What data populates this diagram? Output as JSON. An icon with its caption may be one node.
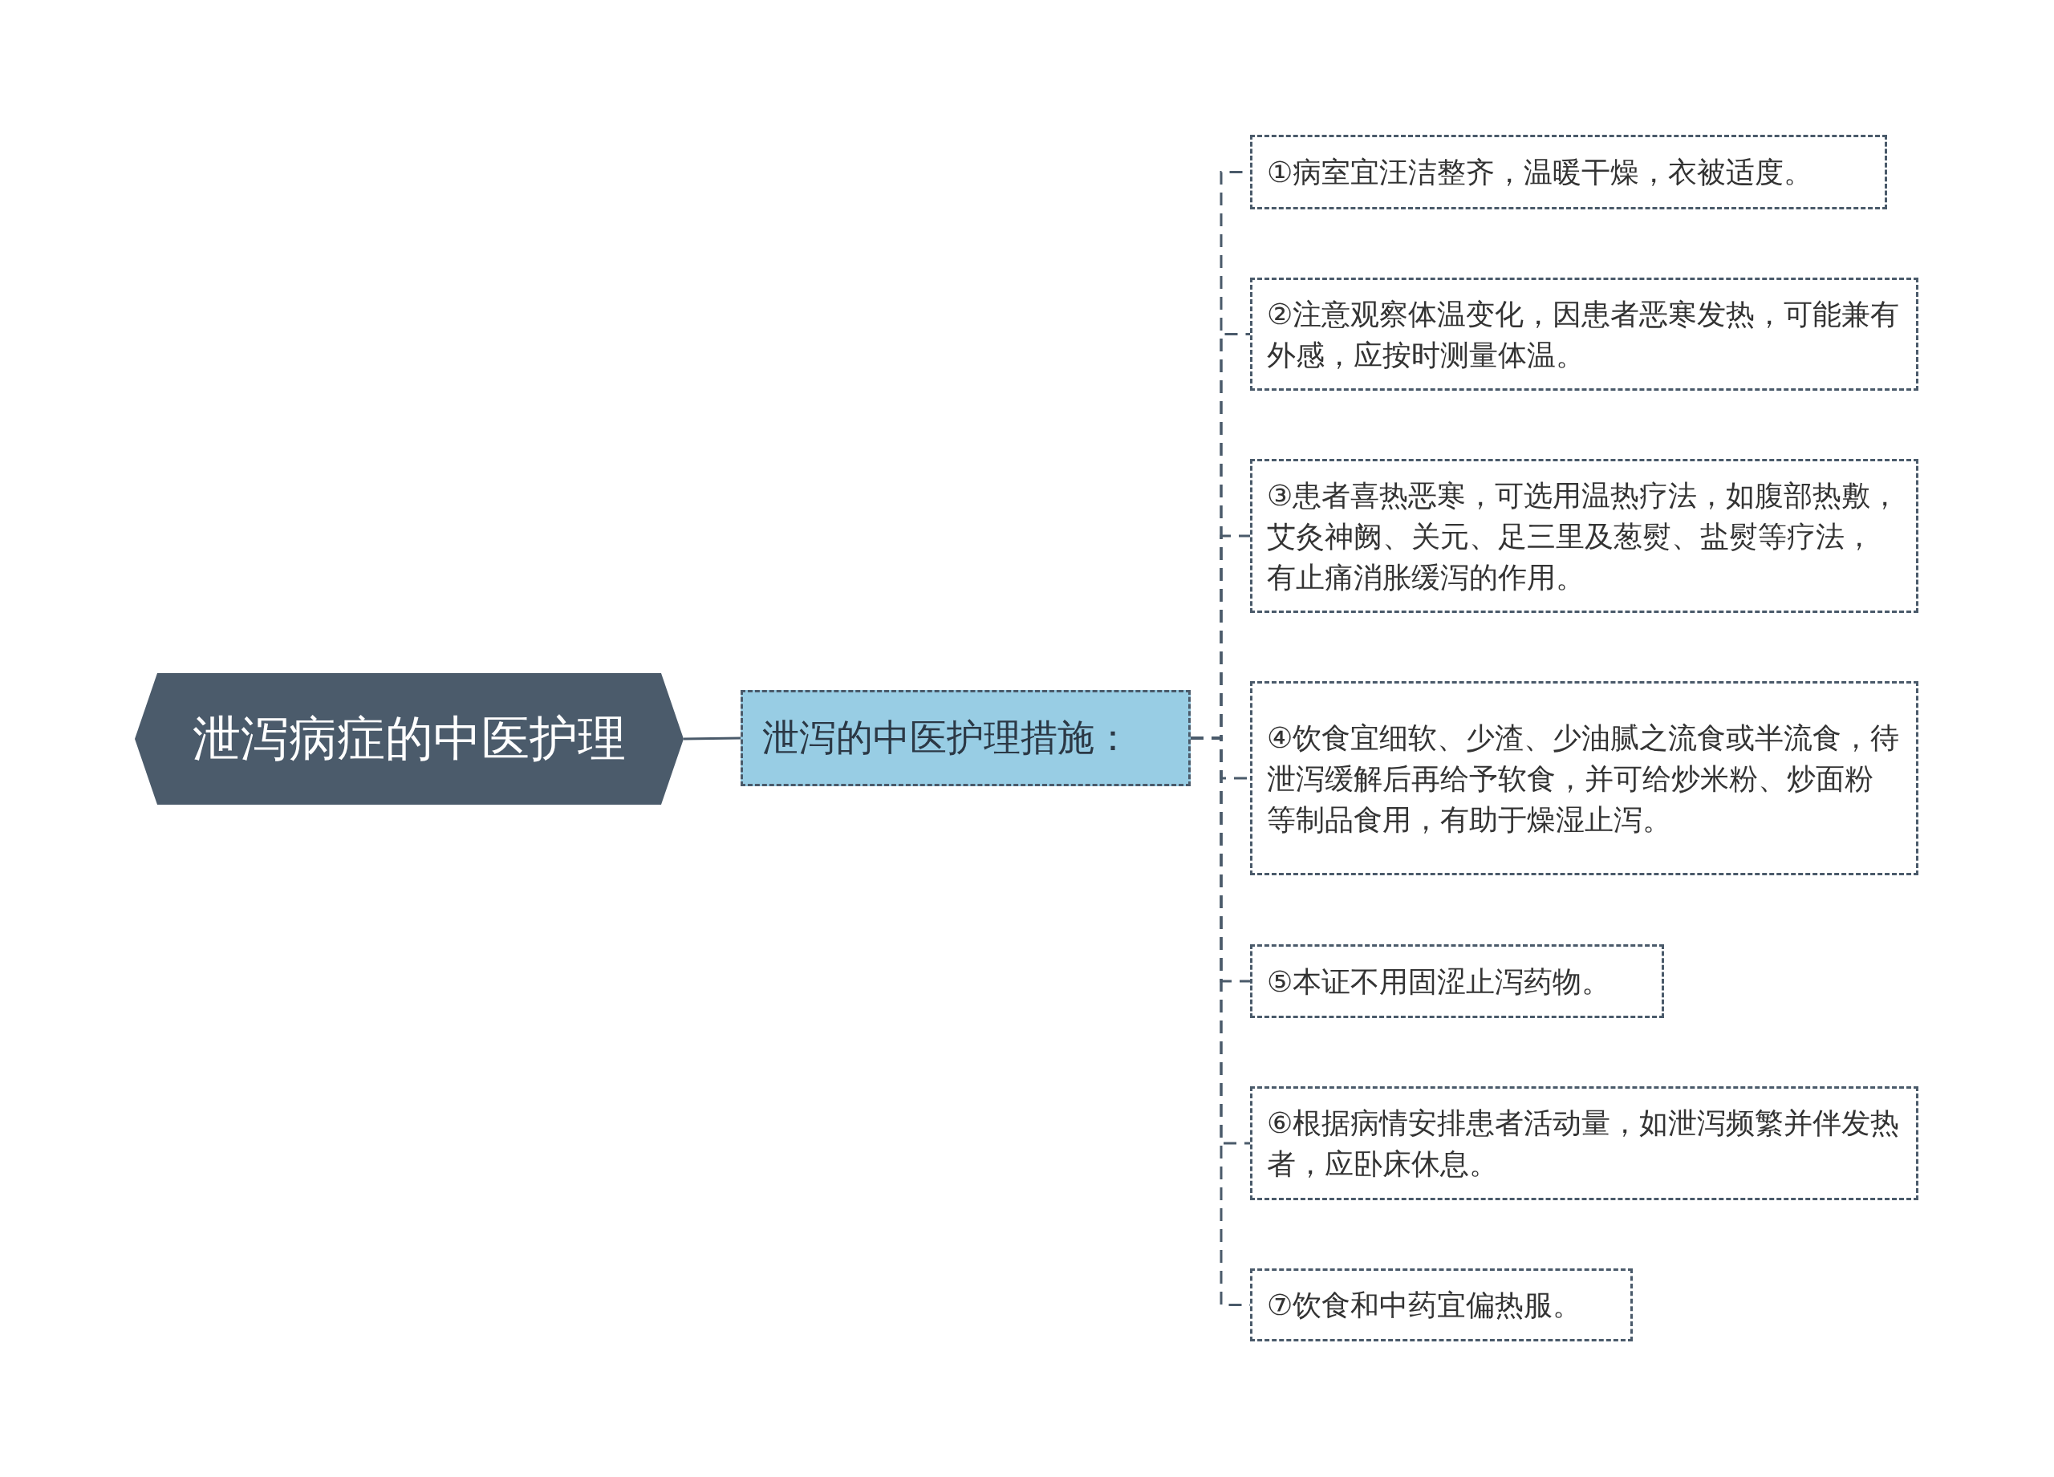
{
  "diagram": {
    "nodes": [
      {
        "text": [
          "泄泻病症的中医护理"
        ]
      },
      {
        "text": [
          "泄泻的中医护理措施："
        ]
      },
      {
        "text": [
          "①病室宜汪洁整齐，温暖干燥，衣被适度。"
        ]
      },
      {
        "text": [
          "②注意观察体温变化，因患者恶寒发热，可能兼有外感，应按时测量体温。"
        ]
      },
      {
        "text": [
          "③患者喜热恶寒，可选用温热疗法，如腹部热敷，艾灸神阙、关元、足三里及葱熨、盐熨等疗法，有止痛消胀缓泻的作用。"
        ]
      },
      {
        "text": [
          "④饮食宜细软、少渣、少油腻之流食或半流食，待泄泻缓解后再给予软食，并可给炒米粉、炒面粉等制品食用，有助于燥湿止泻。"
        ]
      },
      {
        "text": [
          "⑤本证不用固涩止泻药物。"
        ]
      },
      {
        "text": [
          "⑥根据病情安排患者活动量，如泄泻频繁并伴发热者，应卧床休息。"
        ]
      },
      {
        "text": [
          "⑦饮食和中药宜偏热服。"
        ]
      }
    ],
    "edges": [
      {
        "from": 0,
        "to": 1,
        "arrow": "none"
      },
      {
        "from": 1,
        "to": 2,
        "arrow": "none",
        "style": "dashed"
      },
      {
        "from": 1,
        "to": 3,
        "arrow": "none",
        "style": "dashed"
      },
      {
        "from": 1,
        "to": 4,
        "arrow": "none",
        "style": "dashed"
      },
      {
        "from": 1,
        "to": 5,
        "arrow": "none",
        "style": "dashed"
      },
      {
        "from": 1,
        "to": 6,
        "arrow": "none",
        "style": "dashed"
      },
      {
        "from": 1,
        "to": 7,
        "arrow": "none",
        "style": "dashed"
      },
      {
        "from": 1,
        "to": 8,
        "arrow": "none",
        "style": "dashed"
      }
    ]
  }
}
